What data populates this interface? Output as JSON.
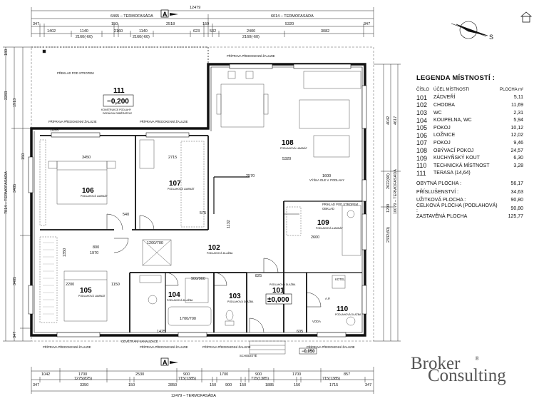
{
  "plan": {
    "top_dims": {
      "total": "12479",
      "left_facade": "6465 – TERMOFASÁDA",
      "right_facade": "6014 – TERMOFASÁDA",
      "row1": [
        "347",
        "150",
        "2518",
        "150",
        "5320",
        "347"
      ],
      "row2": [
        "1402",
        "1140",
        "2160",
        "1140",
        "623",
        "532",
        "2400",
        "3082"
      ],
      "row2b": [
        "2160(-60)",
        "2160(-60)",
        "2160(-60)"
      ]
    },
    "bottom_dims": {
      "total": "12479 – TERMOFASÁDA",
      "row1": [
        "1042",
        "1700",
        "2530",
        "900",
        "1700",
        "900",
        "1700",
        "857"
      ],
      "row1b": [
        "1275(825)",
        "715(1385)",
        "715(1385)",
        "715(1385)"
      ],
      "row2": [
        "347",
        "3350",
        "150",
        "2850",
        "150",
        "900",
        "150",
        "1885",
        "150",
        "1715",
        "347"
      ]
    },
    "left_dims": {
      "total": "7814 – TERMOFASÁDA",
      "vals": [
        "2283",
        "1913",
        "3485",
        "3485",
        "347",
        "150",
        "180"
      ]
    },
    "right_dims": {
      "total": "10079 – TERMOFASÁDA",
      "vals": [
        "4042",
        "4617",
        "2622(60)",
        "1200",
        "2332(60)"
      ]
    },
    "section_marker": "A",
    "rooms": {
      "r111": {
        "num": "111",
        "level": "−0,200",
        "sub1": "KONSTRUKCE PODLAHY",
        "sub2": "DODÁVKA ODBĚRATELE"
      },
      "r108": {
        "num": "108",
        "sub": "PODLAHOVÁ LAMINÁT"
      },
      "r106": {
        "num": "106",
        "sub": "PODLAHOVÁ LAMINÁT"
      },
      "r107": {
        "num": "107",
        "sub": "PODLAHOVÁ LAMINÁT"
      },
      "r109": {
        "num": "109",
        "sub": "PODLAHOVÁ LAMINÁT"
      },
      "r102": {
        "num": "102",
        "sub": "PODLAHOVÁ DLAŽBA"
      },
      "r105": {
        "num": "105",
        "sub": "PODLAHOVÁ LAMINÁT"
      },
      "r104": {
        "num": "104",
        "sub": "PODLAHOVÁ DLAŽBA"
      },
      "r103": {
        "num": "103",
        "sub": "PODLAHOVÁ DLAŽBA"
      },
      "r101": {
        "num": "101",
        "level": "±0,000",
        "sub": "PODLAHOVÁ DLAŽBA"
      },
      "r110": {
        "num": "110",
        "sub": "PODLAHOVÁ DLAŽBA"
      }
    },
    "notes": {
      "blind": "PŘÍPRAVA PŘEDOKENNÍ ŽALUZIE",
      "lintel": "PŘEKLAD POD STROPEM",
      "kitchen_a": "PŘÍKLAD POD STROPEM",
      "kitchen_b": "OBKLAD",
      "shelf": "VÝŠKA OLE V. PODLAHY",
      "step": "SCHODIŠTĚ",
      "terrace_step": "−0,050",
      "boiler": "KOTEL",
      "water": "VODA",
      "ac": "A.P.",
      "vent": "ODVĚTRÁNÍ KANALIZACE"
    },
    "inner_dims": [
      "3450",
      "2715",
      "5320",
      "2570",
      "1600",
      "2600",
      "1200/700",
      "900/900",
      "1700/700",
      "1132",
      "1970",
      "1150",
      "2200",
      "1350",
      "800",
      "575",
      "540",
      "1425",
      "1055",
      "825",
      "605"
    ]
  },
  "legend": {
    "title": "LEGENDA MÍSTNOSTÍ :",
    "hdr_num": "ČÍSLO",
    "hdr_name": "ÚČEL MÍSTNOSTI",
    "hdr_area": "PLOCHA m²",
    "rooms": [
      {
        "num": "101",
        "name": "ZÁDVEŘÍ",
        "area": "5,11"
      },
      {
        "num": "102",
        "name": "CHODBA",
        "area": "11,69"
      },
      {
        "num": "103",
        "name": "WC",
        "area": "2,31"
      },
      {
        "num": "104",
        "name": "KOUPELNA, WC",
        "area": "5,94"
      },
      {
        "num": "105",
        "name": "POKOJ",
        "area": "10,12"
      },
      {
        "num": "106",
        "name": "LOŽNICE",
        "area": "12,02"
      },
      {
        "num": "107",
        "name": "POKOJ",
        "area": "9,46"
      },
      {
        "num": "108",
        "name": "OBÝVACÍ POKOJ",
        "area": "24,57"
      },
      {
        "num": "109",
        "name": "KUCHYŇSKÝ KOUT",
        "area": "6,30"
      },
      {
        "num": "110",
        "name": "TECHNICKÁ MÍSTNOST",
        "area": "3,28"
      },
      {
        "num": "111",
        "name": "TERASA (14,64)",
        "area": ""
      }
    ],
    "summary": [
      {
        "label": "OBYTNÁ PLOCHA :",
        "value": "56,17"
      },
      {
        "label": "PŘÍSLUŠENSTVÍ :",
        "value": "34,63"
      },
      {
        "label": "UŽITKOVÁ PLOCHA :",
        "value": "90,80"
      },
      {
        "label": "CELKOVÁ PLOCHA (PODLAHOVÁ) :",
        "value": "90,80"
      },
      {
        "label": "ZASTAVĚNÁ PLOCHA",
        "value": "125,77"
      }
    ]
  },
  "compass": {
    "label": "S"
  },
  "logo": {
    "line1": "Broker",
    "line2": "Consulting",
    "mark": "®"
  },
  "colors": {
    "wall": "#111111",
    "line": "#333333",
    "logo": "#555555"
  }
}
